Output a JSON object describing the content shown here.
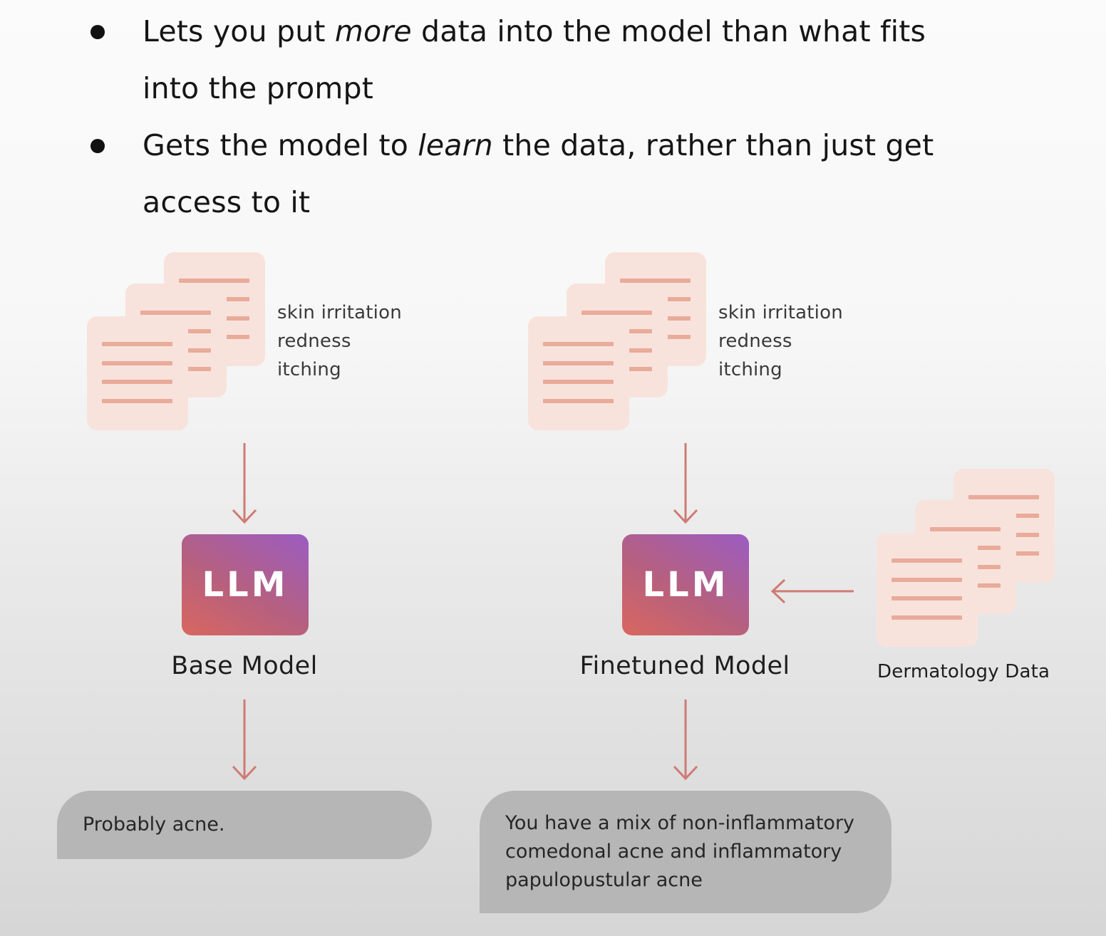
{
  "bullets": [
    {
      "line1_before": "Lets you put ",
      "line1_emph": "more",
      "line1_after": " data into the model than what fits",
      "line2": "into the prompt"
    },
    {
      "line1_before": "Gets the model to ",
      "line1_emph": "learn",
      "line1_after": " the data, rather than just get",
      "line2": "access to it"
    }
  ],
  "left": {
    "symptoms": [
      "skin irritation",
      "redness",
      "itching"
    ],
    "llm_label": "LLM",
    "model_label": "Base Model",
    "response": "Probably acne."
  },
  "right": {
    "symptoms": [
      "skin irritation",
      "redness",
      "itching"
    ],
    "llm_label": "LLM",
    "model_label": "Finetuned Model",
    "data_label": "Dermatology Data",
    "response": "You have a mix of non-inflammatory comedonal acne and inflammatory papulopustular acne"
  },
  "colors": {
    "document_page": "#f8e3dc",
    "document_lines": "#e9ab9a",
    "arrow": "#cf7b73",
    "llm_gradient_start": "#d9675f",
    "llm_gradient_end": "#9b5cc2",
    "bubble": "#b6b6b6"
  },
  "icons": {
    "documents": "document-stack-icon",
    "arrow": "arrow-icon"
  }
}
